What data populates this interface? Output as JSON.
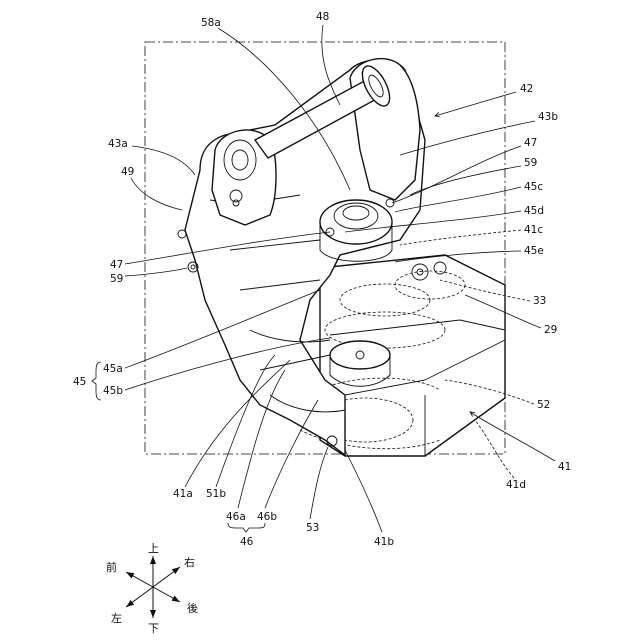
{
  "labels": {
    "l48": "48",
    "l58a": "58a",
    "l42": "42",
    "l43b": "43b",
    "l43a": "43a",
    "l47r": "47",
    "l59r": "59",
    "l49": "49",
    "l45c": "45c",
    "l45d": "45d",
    "l41c": "41c",
    "l45e": "45e",
    "l47l": "47",
    "l59l": "59",
    "l33": "33",
    "l29": "29",
    "l45a": "45a",
    "l45": "45",
    "l45b": "45b",
    "l52": "52",
    "l41": "41",
    "l41d": "41d",
    "l41a": "41a",
    "l51b": "51b",
    "l46a": "46a",
    "l46b": "46b",
    "l46": "46",
    "l53": "53",
    "l41b": "41b"
  },
  "directions": {
    "up": "上",
    "down": "下",
    "front": "前",
    "back": "後",
    "left": "左",
    "right": "右"
  }
}
